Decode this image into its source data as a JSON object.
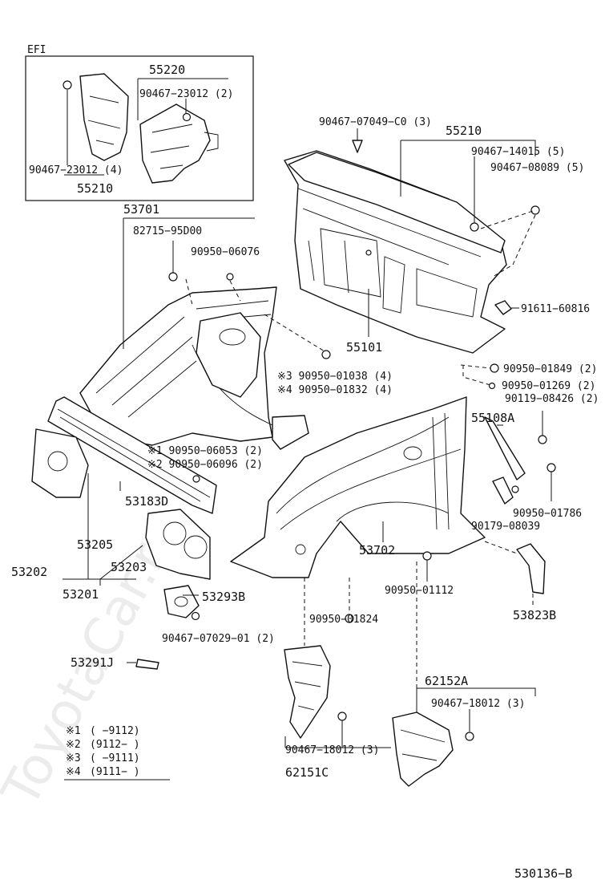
{
  "box_title": "EFI",
  "watermark": "ToyotaCar.ru",
  "parts": {
    "p55220": "55220",
    "p90467_23012_2": "90467−23012 (2)",
    "p90467_23012_4": "90467−23012 (4)",
    "p55210_box": "55210",
    "p90467_07049": "90467−07049−C0 (3)",
    "p55210_main": "55210",
    "p90467_14015": "90467−14015 (5)",
    "p90467_08089": "90467−08089 (5)",
    "p53701": "53701",
    "p82715": "82715−95D00",
    "p90950_06076": "90950−06076",
    "p91611": "91611−60816",
    "p55101": "55101",
    "p90950_01849": "90950−01849 (2)",
    "p90950_01038": "※3 90950−01038 (4)",
    "p90950_01832": "※4 90950−01832 (4)",
    "p90950_01269": "90950−01269 (2)",
    "p90119_08426": "90119−08426 (2)",
    "p55108A": "55108A",
    "p90950_06053": "※1 90950−06053 (2)",
    "p90950_06096": "※2 90950−06096 (2)",
    "p53183D": "53183D",
    "p90950_01786": "90950−01786",
    "p90179": "90179−08039",
    "p53205": "53205",
    "p53702": "53702",
    "p53202": "53202",
    "p53203": "53203",
    "p53201": "53201",
    "p53293B": "53293B",
    "p90950_01112": "90950−01112",
    "p53823B": "53823B",
    "p90467_07029": "90467−07029−01 (2)",
    "p90950_01824": "90950−01824",
    "p53291J": "53291J",
    "p62152A": "62152A",
    "p90467_18012_r": "90467−18012 (3)",
    "p90467_18012_l": "90467−18012 (3)",
    "p62151C": "62151C",
    "diagram_id": "530136−B"
  },
  "legend": [
    {
      "mark": "※1",
      "range": "(     −9112)"
    },
    {
      "mark": "※2",
      "range": "(9112−     )"
    },
    {
      "mark": "※3",
      "range": "(     −9111)"
    },
    {
      "mark": "※4",
      "range": "(9111−     )"
    }
  ]
}
